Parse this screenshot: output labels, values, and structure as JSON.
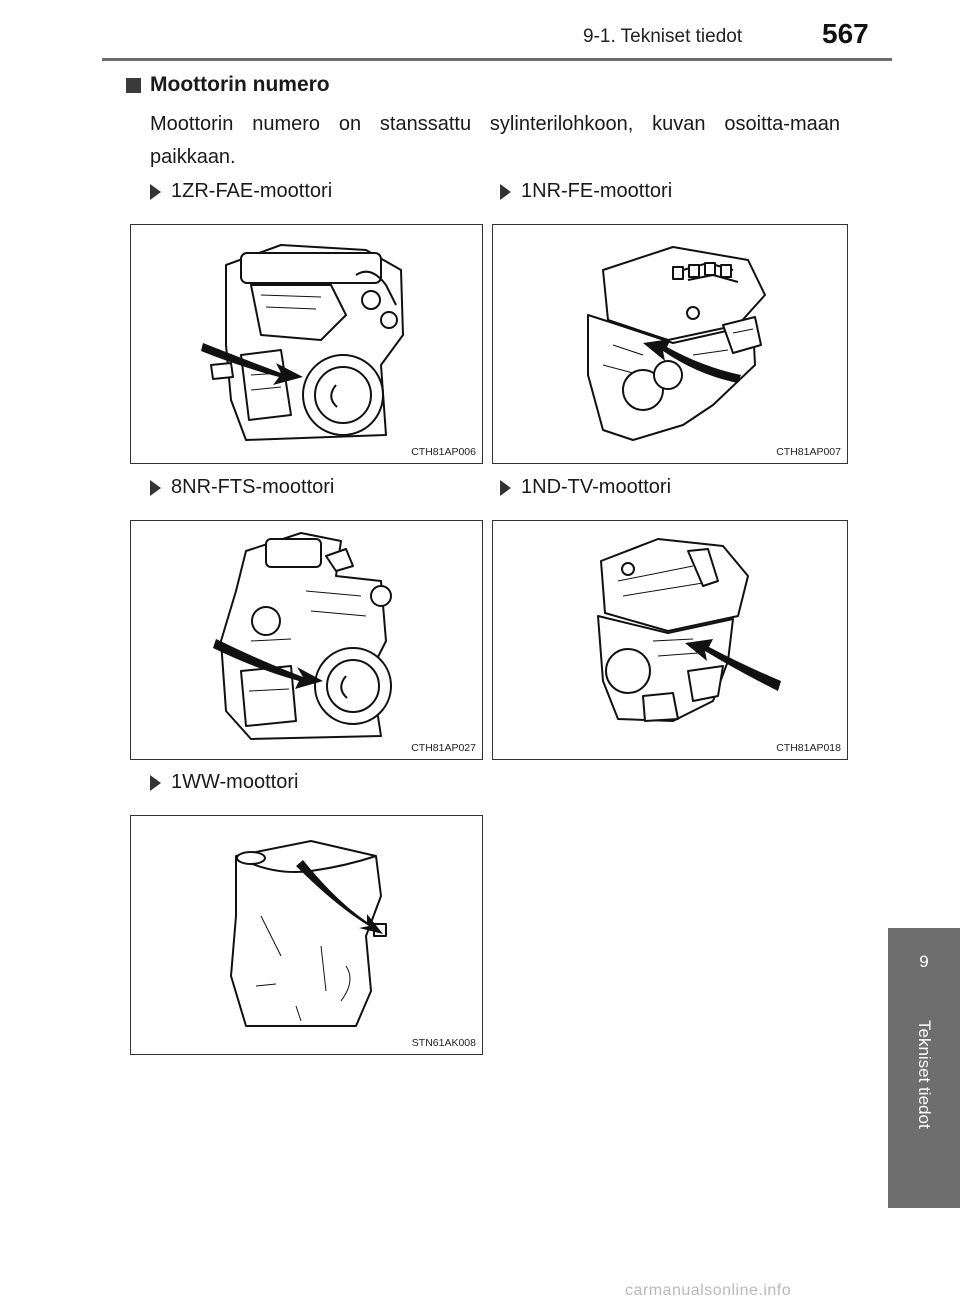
{
  "header": {
    "section": "9-1. Tekniset tiedot",
    "page_number": "567"
  },
  "side_tab": {
    "chapter_number": "9",
    "chapter_title": "Tekniset tiedot"
  },
  "section": {
    "title": "Moottorin numero",
    "body": "Moottorin numero on stanssattu sylinterilohkoon, kuvan osoitta-maan paikkaan."
  },
  "figures": [
    {
      "caption": "1ZR-FAE-moottori",
      "code": "CTH81AP006",
      "icon": "engine-illustration"
    },
    {
      "caption": "1NR-FE-moottori",
      "code": "CTH81AP007",
      "icon": "engine-illustration"
    },
    {
      "caption": "8NR-FTS-moottori",
      "code": "CTH81AP027",
      "icon": "engine-illustration"
    },
    {
      "caption": "1ND-TV-moottori",
      "code": "CTH81AP018",
      "icon": "engine-illustration"
    },
    {
      "caption": "1WW-moottori",
      "code": "STN61AK008",
      "icon": "engine-illustration"
    }
  ],
  "watermark": "carmanualsonline.info"
}
